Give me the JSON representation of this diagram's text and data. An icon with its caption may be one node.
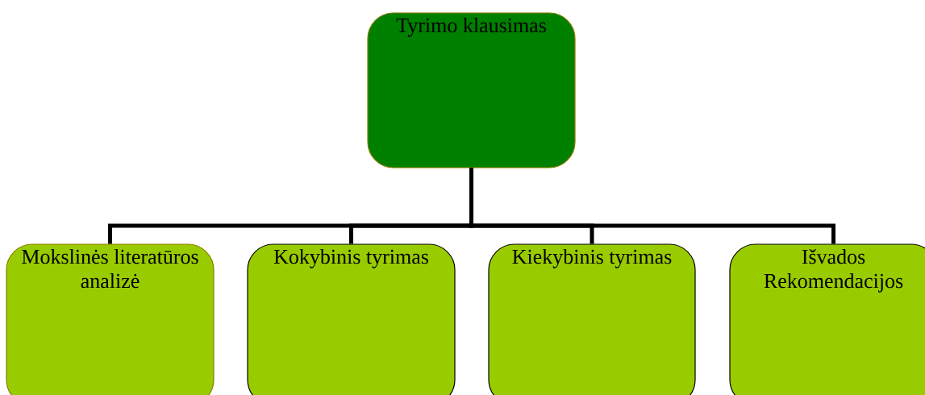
{
  "diagram": {
    "nodes": [
      {
        "text": [
          "Tyrimo klausimas"
        ]
      },
      {
        "text": [
          "Mokslinės literatūros analizė"
        ]
      },
      {
        "text": [
          "Kokybinis tyrimas"
        ]
      },
      {
        "text": [
          "Kiekybinis tyrimas"
        ]
      },
      {
        "text": [
          "Išvados Rekomendacijos"
        ]
      }
    ],
    "edges": [
      {
        "from": 0,
        "to": 1,
        "arrow": "none"
      },
      {
        "from": 0,
        "to": 2,
        "arrow": "none"
      },
      {
        "from": 0,
        "to": 3,
        "arrow": "none"
      },
      {
        "from": 0,
        "to": 4,
        "arrow": "none"
      }
    ]
  }
}
